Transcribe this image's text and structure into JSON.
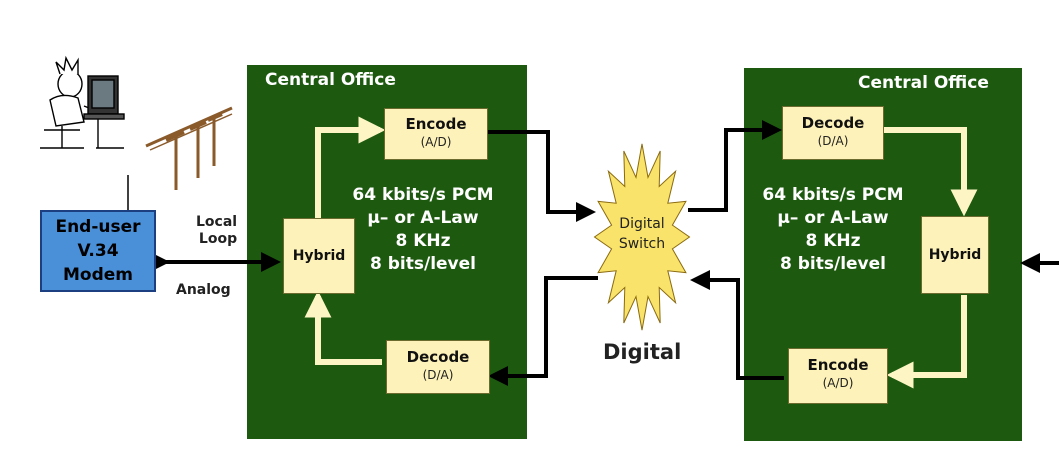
{
  "left_office": {
    "title": "Central Office",
    "encode": {
      "label": "Encode",
      "sub": "(A/D)"
    },
    "decode": {
      "label": "Decode",
      "sub": "(D/A)"
    },
    "hybrid": "Hybrid",
    "pcm": [
      "64 kbits/s PCM",
      "μ– or A-Law",
      "8 KHz",
      "8 bits/level"
    ]
  },
  "right_office": {
    "title": "Central Office",
    "decode": {
      "label": "Decode",
      "sub": "(D/A)"
    },
    "encode": {
      "label": "Encode",
      "sub": "(A/D)"
    },
    "hybrid": "Hybrid",
    "pcm": [
      "64 kbits/s PCM",
      "μ– or A-Law",
      "8 KHz",
      "8 bits/level"
    ]
  },
  "modem": [
    "End-user",
    "V.34",
    "Modem"
  ],
  "local_loop": [
    "Local",
    "Loop"
  ],
  "analog": "Analog",
  "switch": [
    "Digital",
    "Switch"
  ],
  "digital": "Digital",
  "colors": {
    "office_bg": "#1d5a10",
    "box_fill": "#fdf2b9",
    "flow_arrow": "#fdf5c4",
    "modem_fill": "#4a90d9",
    "switch_fill": "#f9e36a"
  },
  "icons": [
    "user-at-computer-icon",
    "telephone-pole-icon",
    "digital-switch-starburst-icon"
  ]
}
